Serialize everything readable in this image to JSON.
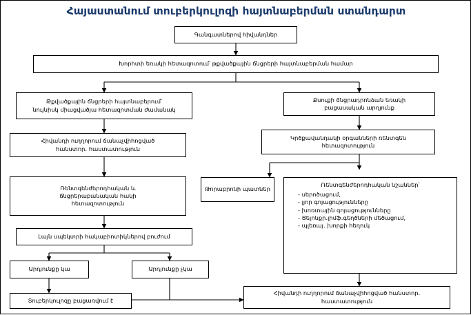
{
  "title": "Հայաստանում տուբերկուլոզի հայտնաբերման ստանդարտ",
  "nodes": {
    "n1": "Գանգատներով հիվանդներ",
    "n2": "Խորհտի եռակի հետազոտում՝ թքվածքային ճնցրերի հայտնաբերման համար",
    "n3": "Թքվածքային ճնցրերի հայտնաբերում՝\nնույնիսկ միացվածյա հետազոտման ժամանակ",
    "n4": "Քսուքի ճնցրադրոնձան եռակի\nբացասական արդյունք",
    "n5": "Հիվանդի ուղղորում ճանաչվիհոցված\nհանստոր․ հաստատություն",
    "n6": "Կրծքավանդակի օրգանների ռենտգեն\nհետազոտություն",
    "n7": "Ռենտգենժերոդհական և\nճնցրերաբանական հակի\nհետազոտություն",
    "n8": "Թորաբրոնի պատներ",
    "n9_header": "Ռենտգենժերոդհական նշաններ՝",
    "n9_items": [
      "- սերոծացում,",
      "- լյոր գոյացությունները",
      "- խոռտային գոյացությունները",
      "- Ցելոնքր․լիմֆ․գեղծների մեծացում,",
      "- պլեռայ․ խորքի հեղուկ"
    ],
    "n10": "Լայն սպեկտրի հակաբիոտիկներով բուժում",
    "n11": "Արդյունքը կա",
    "n12": "Արդյունքը չկա",
    "n13": "Տուբերկուլոզը բացառվում է",
    "n14": "Հիվանդի ուղղորում ճանաչվիհոցված հանստոր․\nհաստատություն"
  },
  "colors": {
    "title": "#1b3a6b",
    "border": "#000000",
    "background": "#ffffff"
  }
}
